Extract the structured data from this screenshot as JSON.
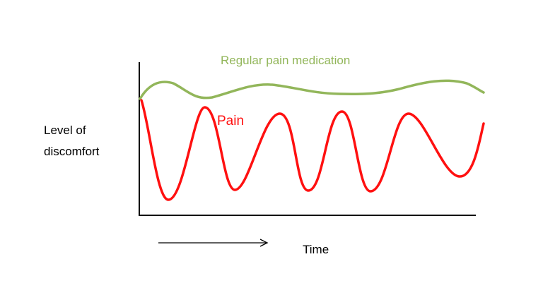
{
  "diagram": {
    "y_axis_label": [
      "Level of",
      "discomfort"
    ],
    "x_axis_label": "Time",
    "series": [
      {
        "name": "Regular pain medication",
        "color": "#92b65a"
      },
      {
        "name": "Pain",
        "color": "#ff1010"
      }
    ]
  }
}
